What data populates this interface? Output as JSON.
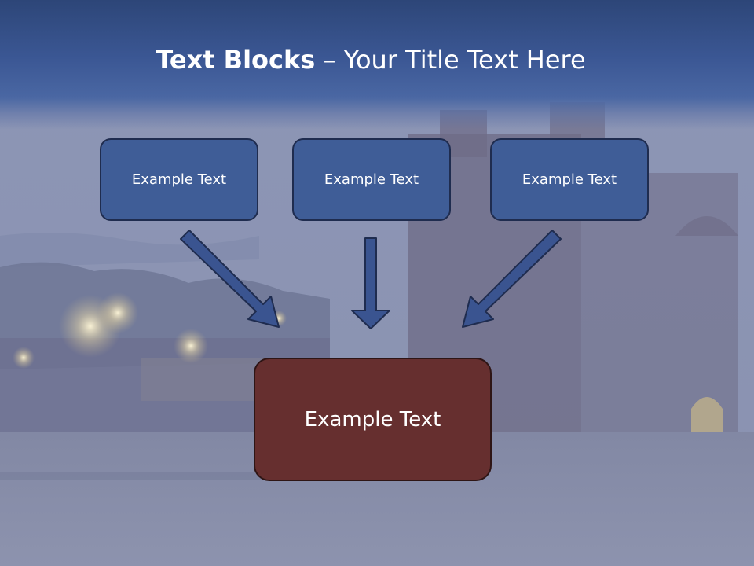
{
  "title": {
    "bold_part": "Text Blocks",
    "separator": " – ",
    "rest": "Your Title Text Here"
  },
  "blocks": {
    "top": [
      "Example Text",
      "Example Text",
      "Example Text"
    ],
    "bottom": "Example Text"
  },
  "colors": {
    "title_band": "#3b5794",
    "block_fill": "#3f5d97",
    "block_border": "#1f2c4f",
    "bottom_block_fill": "#662f2f",
    "arrow_fill": "#3a5490"
  }
}
